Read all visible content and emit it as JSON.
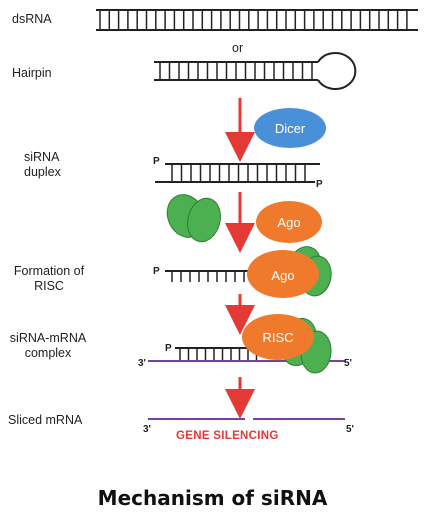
{
  "labels": {
    "dsrna": "dsRNA",
    "or": "or",
    "hairpin": "Hairpin",
    "sirna_duplex": "siRNA\nduplex",
    "formation_risc": "Formation of\nRISC",
    "sirna_mrna": "siRNA-mRNA\ncomplex",
    "sliced_mrna": "Sliced mRNA"
  },
  "enzymes": {
    "dicer": "Dicer",
    "ago_free": "Ago",
    "ago_bound": "Ago",
    "risc": "RISC"
  },
  "ends": {
    "p": "P",
    "three_prime": "3'",
    "five_prime": "5'"
  },
  "gene_silencing": "GENE SILENCING",
  "caption": "Mechanism of siRNA",
  "colors": {
    "arrow": "#e53935",
    "dicer": "#4a90d9",
    "ago": "#f07a2c",
    "green_protein": "#4caf50",
    "mrna": "#7b3fa0",
    "silencing_text": "#e53935"
  }
}
